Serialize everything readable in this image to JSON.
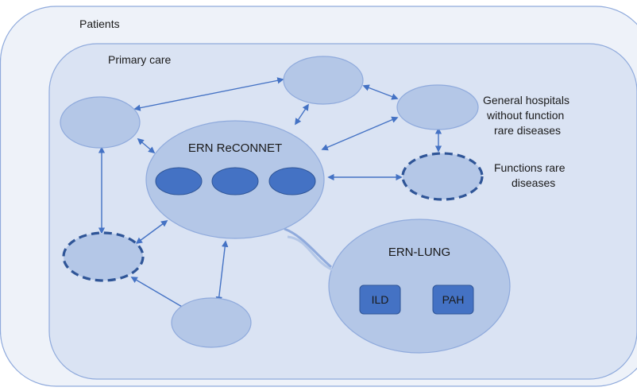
{
  "labels": {
    "outer": "Patients",
    "inner": "Primary care",
    "center": "ERN ReCONNET",
    "general_line1": "General hospitals",
    "general_line2": "without function",
    "general_line3": "rare diseases",
    "functions_line1": "Functions rare",
    "functions_line2": "diseases",
    "lung": "ERN-LUNG",
    "ild": "ILD",
    "pah": "PAH"
  },
  "colors": {
    "outer_fill": "#eef2f9",
    "inner_fill": "#dae3f3",
    "node_fill": "#b4c7e7",
    "node_stroke": "#8faadc",
    "dark_fill": "#4472c4",
    "dark_stroke": "#2f5597",
    "arrow": "#4472c4"
  }
}
